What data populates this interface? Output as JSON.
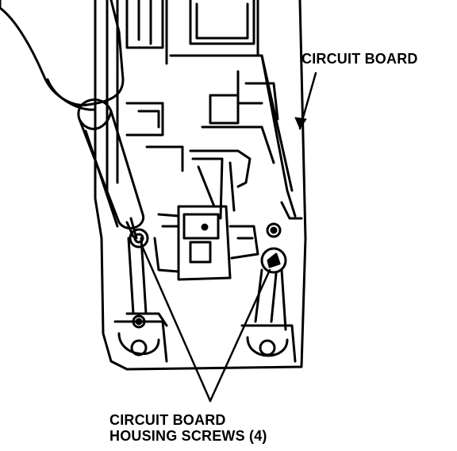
{
  "labels": {
    "circuit_board": "CIRCUIT BOARD",
    "housing_screws_line1": "CIRCUIT BOARD",
    "housing_screws_line2": "HOUSING SCREWS (4)"
  },
  "colors": {
    "ink": "#000000",
    "paper": "#ffffff"
  }
}
